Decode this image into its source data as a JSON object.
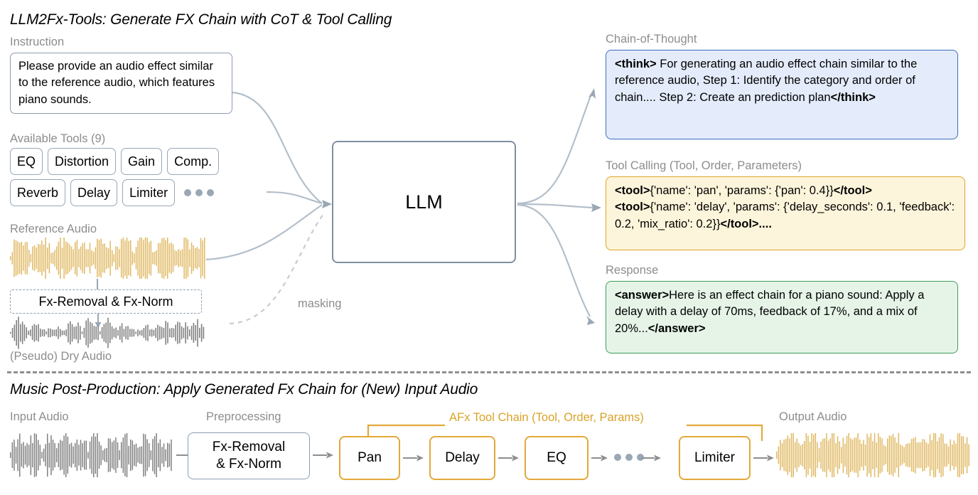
{
  "top_section": {
    "title": "LLM2Fx-Tools: Generate FX Chain with CoT & Tool Calling",
    "instruction": {
      "label": "Instruction",
      "text": "Please provide an audio effect similar to the reference audio, which features piano sounds."
    },
    "available_tools": {
      "label": "Available Tools (9)",
      "row1": [
        "EQ",
        "Distortion",
        "Gain",
        "Comp."
      ],
      "row2": [
        "Reverb",
        "Delay",
        "Limiter"
      ],
      "ellipsis_dots": 3
    },
    "reference_audio": {
      "label": "Reference Audio",
      "processing_label": "Fx-Removal & Fx-Norm",
      "dry_label": "(Pseudo) Dry Audio"
    },
    "model": {
      "label": "LLM"
    },
    "masking_label": "masking",
    "outputs": [
      {
        "label": "Chain-of-Thought",
        "open_tag": "<think>",
        "body": " For generating an audio effect chain similar to the reference audio, Step 1: Identify the category and order of chain.... Step 2: Create an prediction plan",
        "close_tag": "</think>",
        "trailing": "",
        "border_color": "#3a6bbd",
        "fill_color": "#e4ecfb"
      },
      {
        "label": "Tool Calling (Tool, Order, Parameters)",
        "open_tag": "<tool>",
        "body": "{'name': 'pan', 'params': {'pan': 0.4}}",
        "close_tag": "</tool>",
        "open_tag2": "<tool>",
        "body2": "{'name': 'delay', 'params': {'delay_seconds': 0.1, 'feedback': 0.2, 'mix_ratio': 0.2}}",
        "close_tag2": "</tool>....",
        "border_color": "#dca427",
        "fill_color": "#fdf5db"
      },
      {
        "label": "Response",
        "open_tag": "<answer>",
        "body": "Here is an effect chain for a piano sound: Apply a delay with a delay of 70ms, feedback of 17%, and a mix of 20%...",
        "close_tag": "</answer>",
        "border_color": "#3f9e5e",
        "fill_color": "#e6f4e8"
      }
    ]
  },
  "bottom_section": {
    "title": "Music Post-Production: Apply Generated Fx Chain for (New) Input Audio",
    "input_label": "Input Audio",
    "preprocessing_label": "Preprocessing",
    "preprocessing_box_line1": "Fx-Removal",
    "preprocessing_box_line2": "& Fx-Norm",
    "chain_label": "AFx Tool Chain (Tool, Order, Params)",
    "chain_boxes": [
      "Pan",
      "Delay",
      "EQ",
      "Limiter"
    ],
    "chain_ellipsis_dots": 3,
    "output_label": "Output Audio"
  },
  "colors": {
    "amber": "#e2a93a",
    "waveform_amber": "#e0b862",
    "waveform_gray": "#808080",
    "gray_text": "#8d8d8d",
    "box_gray_border": "#8b9cb0",
    "arrow_gray": "#9aa7b5"
  }
}
